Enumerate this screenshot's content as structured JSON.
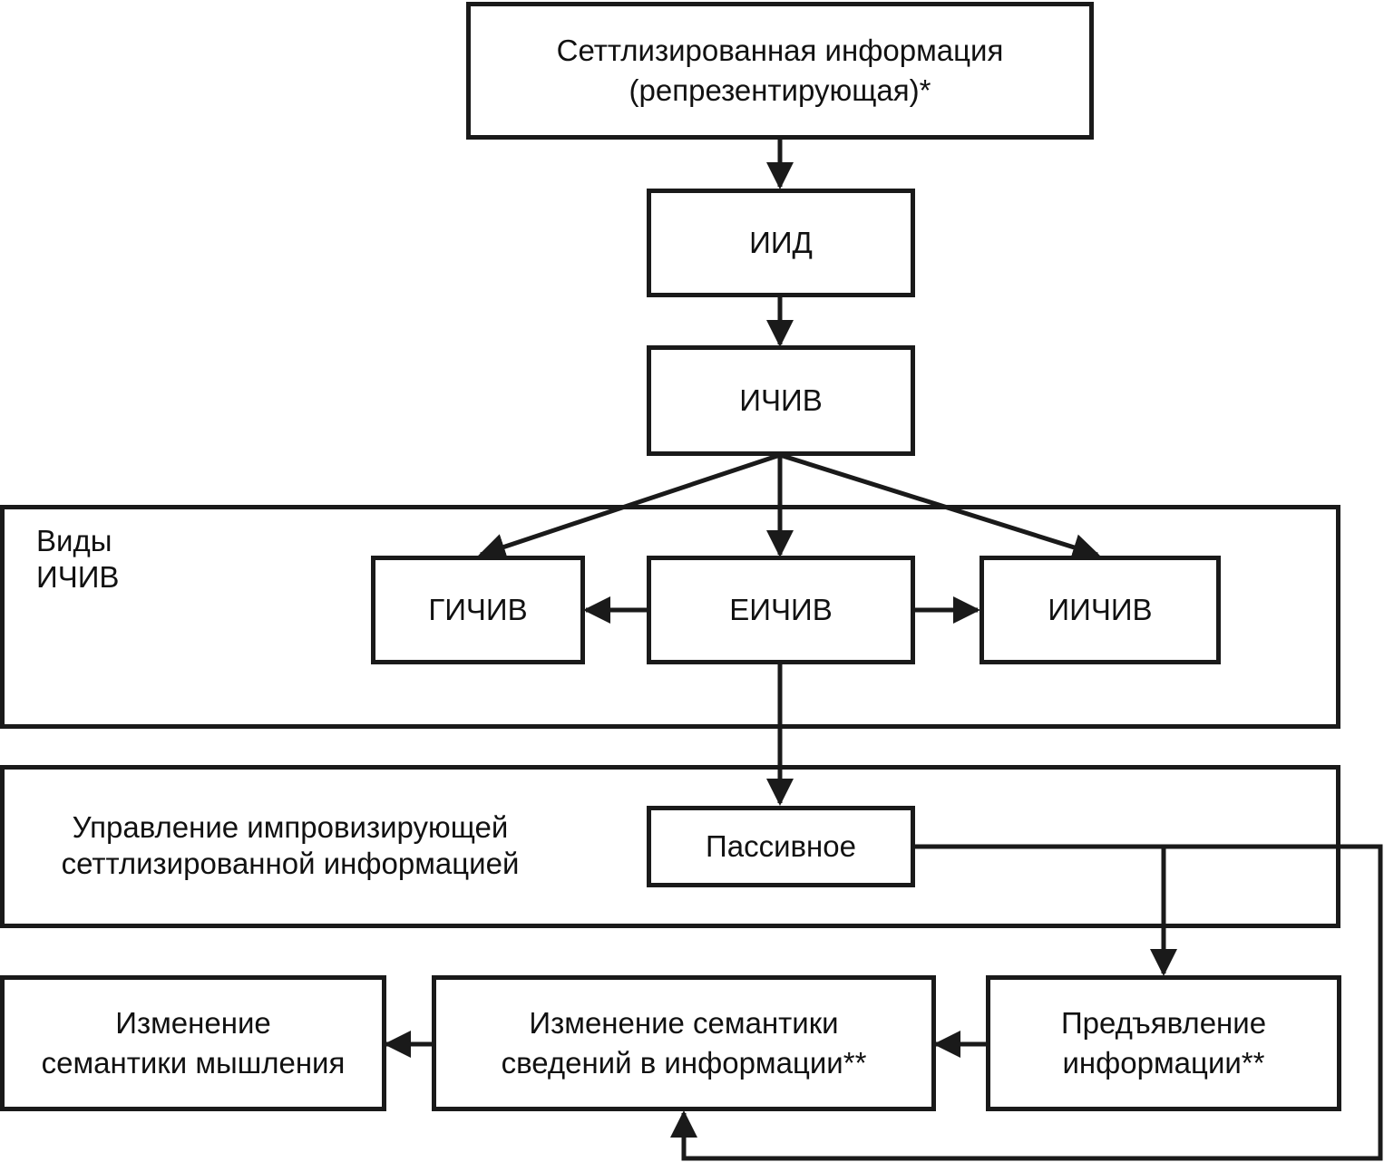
{
  "diagram": {
    "nodes": {
      "settled_info": "Сеттлизированная информация\n(репрезентирующая)*",
      "iid": "ИИД",
      "ichiv": "ИЧИВ",
      "gichiv": "ГИЧИВ",
      "eichiv": "ЕИЧИВ",
      "iichiv": "ИИЧИВ",
      "passive": "Пассивное",
      "thinking_change": "Изменение\nсемантики мышления",
      "info_semantics_change": "Изменение семантики\nсведений в информации**",
      "presentation": "Предъявление\nинформации**"
    },
    "groups": {
      "types_label": "Виды\nИЧИВ",
      "management_label": "Управление импровизирующей\nсеттлизированной информацией"
    },
    "edges": [
      {
        "from": "settled_info",
        "to": "iid"
      },
      {
        "from": "iid",
        "to": "ichiv"
      },
      {
        "from": "ichiv",
        "to": "gichiv"
      },
      {
        "from": "ichiv",
        "to": "eichiv"
      },
      {
        "from": "ichiv",
        "to": "iichiv"
      },
      {
        "from": "eichiv",
        "to": "gichiv"
      },
      {
        "from": "eichiv",
        "to": "iichiv"
      },
      {
        "from": "eichiv",
        "to": "passive"
      },
      {
        "from": "passive",
        "to": "presentation"
      },
      {
        "from": "passive",
        "to": "info_semantics_change"
      },
      {
        "from": "presentation",
        "to": "info_semantics_change"
      },
      {
        "from": "info_semantics_change",
        "to": "thinking_change"
      }
    ]
  }
}
